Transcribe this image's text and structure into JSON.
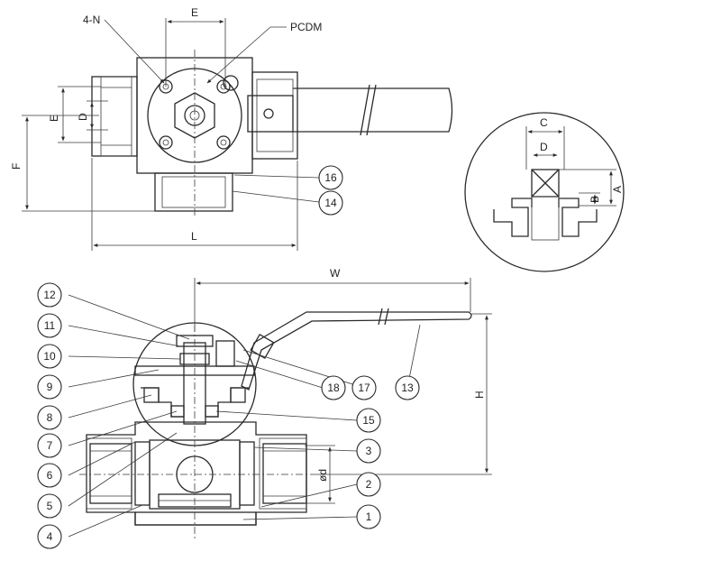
{
  "dimensions": {
    "top_E": "E",
    "four_N": "4-N",
    "pcdm": "PCDM",
    "side_E": "E",
    "side_D": "D",
    "side_F": "F",
    "bottom_L": "L",
    "detail_C": "C",
    "detail_D": "D",
    "detail_A": "A",
    "detail_B": "B",
    "front_W": "W",
    "front_H": "H",
    "front_od": "ød"
  },
  "part_numbers": {
    "p1": "1",
    "p2": "2",
    "p3": "3",
    "p4": "4",
    "p5": "5",
    "p6": "6",
    "p7": "7",
    "p8": "8",
    "p9": "9",
    "p10": "10",
    "p11": "11",
    "p12": "12",
    "p13": "13",
    "p14": "14",
    "p15": "15",
    "p16": "16",
    "p17": "17",
    "p18": "18"
  }
}
